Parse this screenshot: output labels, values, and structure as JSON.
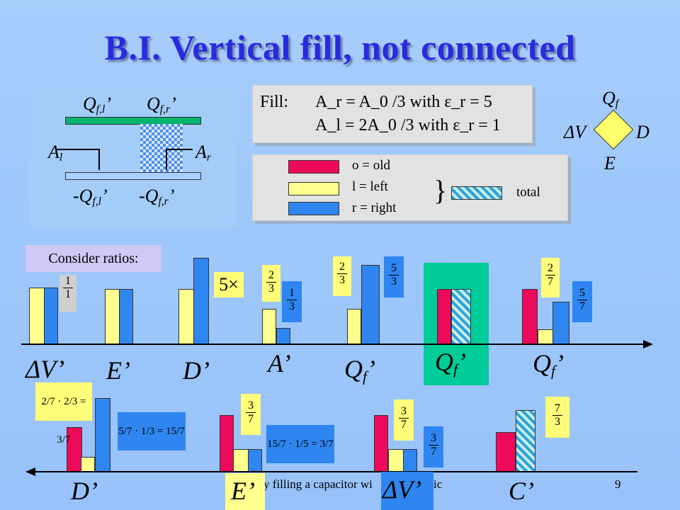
{
  "title": "B.I. Vertical fill, not connected",
  "diagram": {
    "q_fl": "Q",
    "q_fl_sub": "f,l",
    "q_fr": "Q",
    "q_fr_sub": "f,r",
    "a_l": "A",
    "a_l_sub": "l",
    "a_r": "A",
    "a_r_sub": "r",
    "neg_q_fl": "-Q",
    "neg_q_fr": "-Q",
    "prime": "’"
  },
  "fill": {
    "label": "Fill:",
    "line1": "A_r = A_0 /3   with ε_r = 5",
    "line2": "A_l = 2A_0 /3  with ε_r = 1"
  },
  "legend": {
    "old": "o = old",
    "left": "l = left",
    "right": "r = right",
    "total": "total",
    "brace": "}"
  },
  "diamond": {
    "top": "Q",
    "top_sub": "f",
    "left": "ΔV",
    "right": "D",
    "bottom": "E"
  },
  "consider": "Consider ratios:",
  "cards": {
    "one": [
      "1",
      "1"
    ],
    "five": "5×",
    "two_thirds": [
      "2",
      "3"
    ],
    "one_third": [
      "1",
      "3"
    ],
    "five_thirds": [
      "5",
      "3"
    ],
    "two_sevenths": [
      "2",
      "7"
    ],
    "five_sevenths": [
      "5",
      "7"
    ],
    "three_sevenths_a": [
      "3",
      "7"
    ],
    "three_sevenths_b": [
      "3",
      "7"
    ],
    "three_sevenths_c": [
      "3",
      "7"
    ],
    "seven_thirds": [
      "7",
      "3"
    ],
    "eq1": "2/7 · 2/3 = 3/7",
    "eq2": "5/7 · 1/3 = 15/7",
    "eq3": "15/7 · 1/5 = 3/7"
  },
  "row1_labels": [
    "ΔV’",
    "E’",
    "D’",
    "A’",
    "Q",
    "Q",
    "Q"
  ],
  "row2_labels": [
    "D’",
    "E’",
    "ΔV’",
    "C’"
  ],
  "footer": {
    "text": "y filling a capacitor wi",
    "text2": "ic",
    "page": "9"
  },
  "colors": {
    "accent": "#2a2ae0",
    "old": "#ee0a5a",
    "left": "#ffff8e",
    "right": "#2f86f0",
    "highlight": "#00cc99"
  }
}
